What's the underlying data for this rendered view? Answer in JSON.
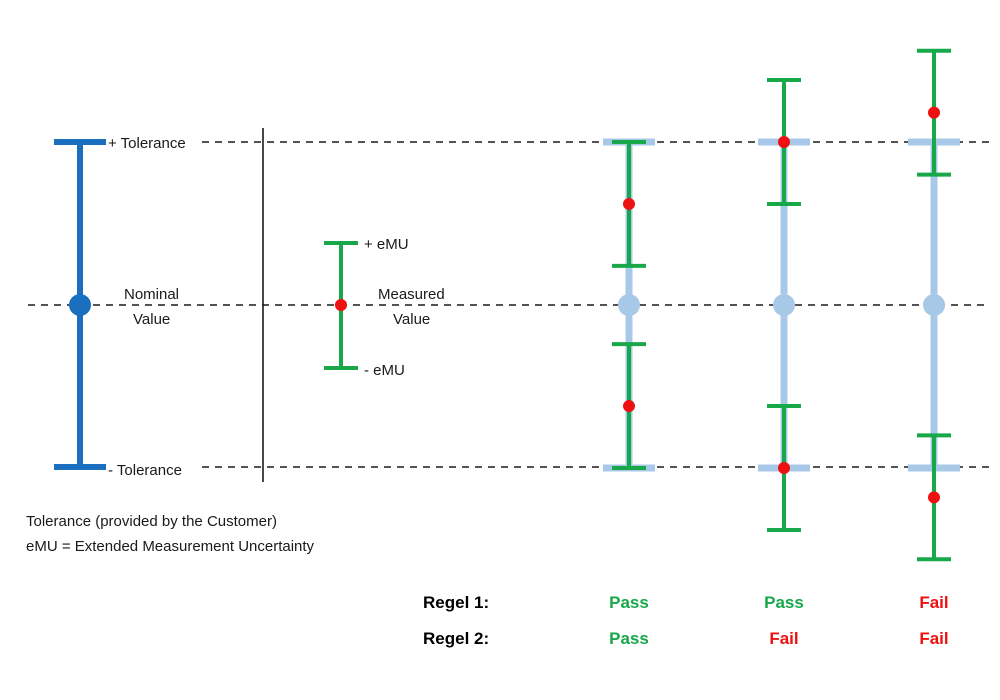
{
  "colors": {
    "tolerance": "#1a6fbf",
    "tolerance_light": "#a8c8e8",
    "emu": "#18a84a",
    "measured_point": "#ee1111",
    "pass": "#18a84a",
    "fail": "#ee1111",
    "text": "#1a1a1a"
  },
  "labels": {
    "plus_tolerance": "+ Tolerance",
    "minus_tolerance": "- Tolerance",
    "nominal_line1": "Nominal",
    "nominal_line2": "Value",
    "plus_emu": "+ eMU",
    "minus_emu": "- eMU",
    "measured_line1": "Measured",
    "measured_line2": "Value"
  },
  "notes": {
    "tolerance_note": "Tolerance (provided by the Customer)",
    "emu_note": "eMU = Extended Measurement Uncertainty"
  },
  "rules": [
    {
      "label": "Regel 1:",
      "results": [
        "Pass",
        "Pass",
        "Fail"
      ]
    },
    {
      "label": "Regel 2:",
      "results": [
        "Pass",
        "Fail",
        "Fail"
      ]
    }
  ],
  "cases": [
    {
      "name": "case-1",
      "measured_values": [
        0.62,
        -0.62
      ],
      "emu": 0.38
    },
    {
      "name": "case-2",
      "measured_values": [
        1.0,
        -1.0
      ],
      "emu": 0.38
    },
    {
      "name": "case-3",
      "measured_values": [
        1.18,
        -1.18
      ],
      "emu": 0.38
    }
  ]
}
